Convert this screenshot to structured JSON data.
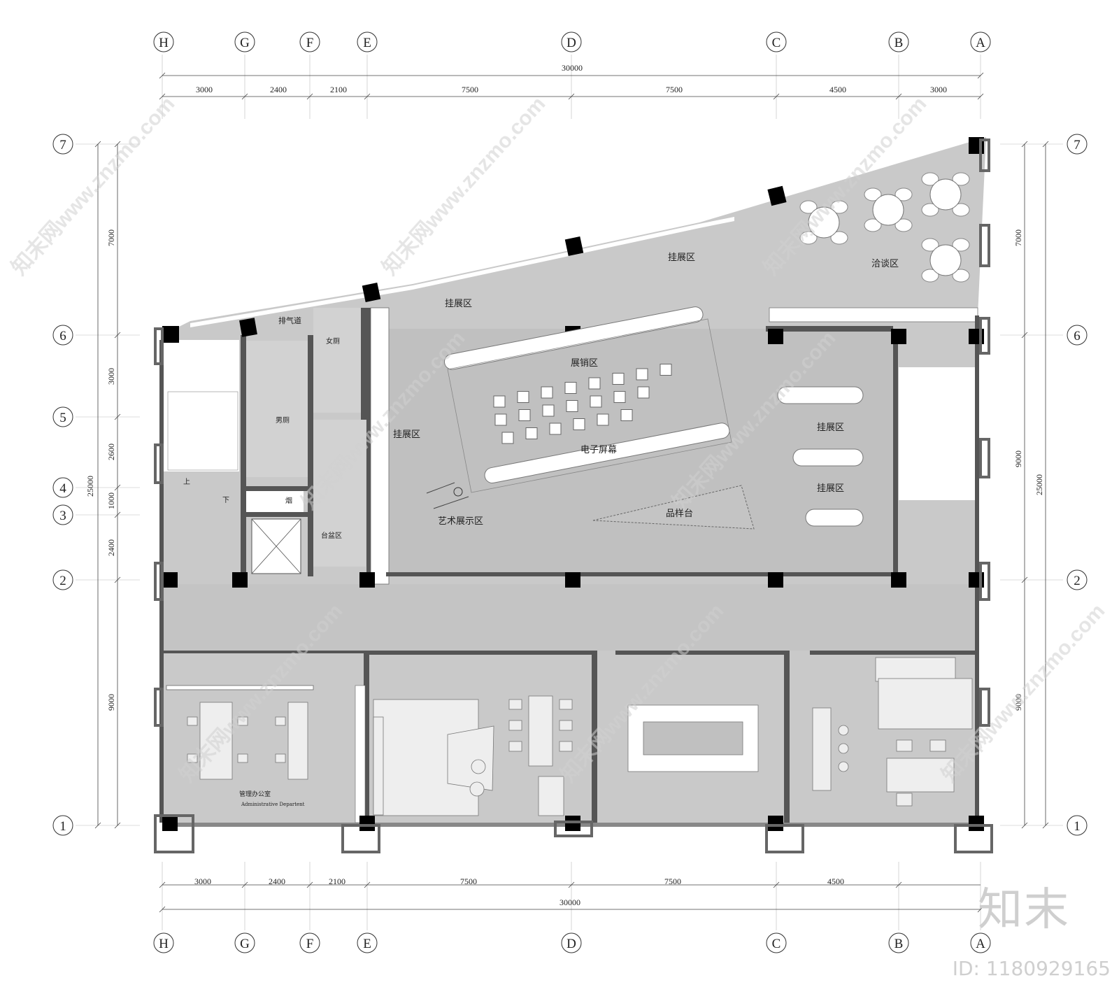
{
  "axes": {
    "columns": [
      "H",
      "G",
      "F",
      "E",
      "D",
      "C",
      "B",
      "A"
    ],
    "rows": [
      "7",
      "6",
      "5",
      "4",
      "3",
      "2",
      "1"
    ]
  },
  "dimensions": {
    "top_total": "30000",
    "top_segments": [
      "3000",
      "2400",
      "2100",
      "7500",
      "7500",
      "4500",
      "3000"
    ],
    "bottom_segments": [
      "3000",
      "2400",
      "2100",
      "7500",
      "7500",
      "4500"
    ],
    "bottom_total": "30000",
    "left_segments": [
      "7000",
      "3000",
      "2600",
      "1000",
      "2400",
      "9000"
    ],
    "left_total": "25000",
    "right_segments": [
      "7000",
      "9000",
      "9000"
    ],
    "right_total": "25000"
  },
  "rooms": {
    "exhaust": "排气道",
    "womens_wc": "女厕",
    "mens_wc": "男厕",
    "smoke": "烟",
    "basin": "台盆区",
    "hang_1": "挂展区",
    "hang_2": "挂展区",
    "hang_3": "挂展区",
    "hang_4": "挂展区",
    "hang_5": "挂展区",
    "sales": "展销区",
    "screen": "电子屏幕",
    "art": "艺术展示区",
    "sample": "品样台",
    "talk": "洽谈区",
    "office_cn": "管理办公室",
    "office_en": "Administrative Departent",
    "up": "上",
    "down": "下"
  },
  "watermark": {
    "brand": "知末",
    "id": "ID: 1180929165",
    "text": "知末网www.znzmo.com"
  }
}
